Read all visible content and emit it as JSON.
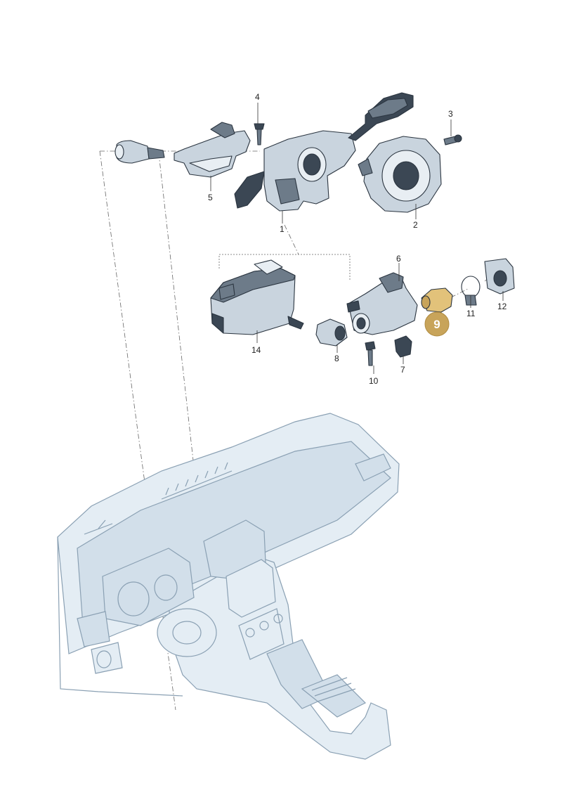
{
  "diagram": {
    "labels": {
      "p1": "1",
      "p2": "2",
      "p3": "3",
      "p4": "4",
      "p5": "5",
      "p6": "6",
      "p7": "7",
      "p8": "8",
      "p9": "9",
      "p10": "10",
      "p11": "11",
      "p12": "12",
      "p14": "14"
    },
    "highlight_part": "9",
    "colors": {
      "highlight_fill": "#c8a45a",
      "highlight_part": "#e2c27a",
      "dashboard_line": "#8aa0b3",
      "part_dark": "#3b4754"
    }
  }
}
